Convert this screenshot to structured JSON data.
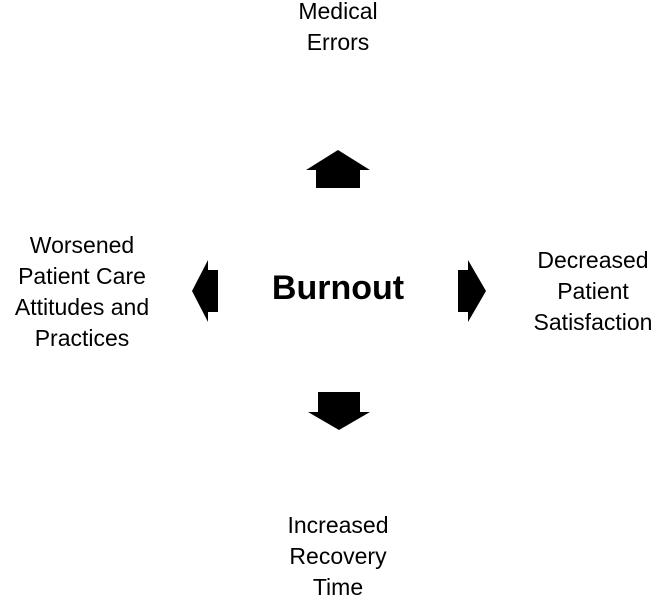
{
  "center": {
    "label": "Burnout"
  },
  "effects": {
    "top": {
      "lines": [
        "Medical",
        "Errors"
      ]
    },
    "right": {
      "lines": [
        "Decreased",
        "Patient",
        "Satisfaction"
      ]
    },
    "bottom": {
      "lines": [
        "Increased",
        "Recovery",
        "Time"
      ]
    },
    "left": {
      "lines": [
        "Worsened",
        "Patient Care",
        "Attitudes and",
        "Practices"
      ]
    }
  },
  "arrows": [
    {
      "direction": "up",
      "target": "top"
    },
    {
      "direction": "right",
      "target": "right"
    },
    {
      "direction": "down",
      "target": "bottom"
    },
    {
      "direction": "left",
      "target": "left"
    }
  ],
  "colors": {
    "text": "#000000",
    "arrow": "#000000",
    "background": "#ffffff"
  }
}
